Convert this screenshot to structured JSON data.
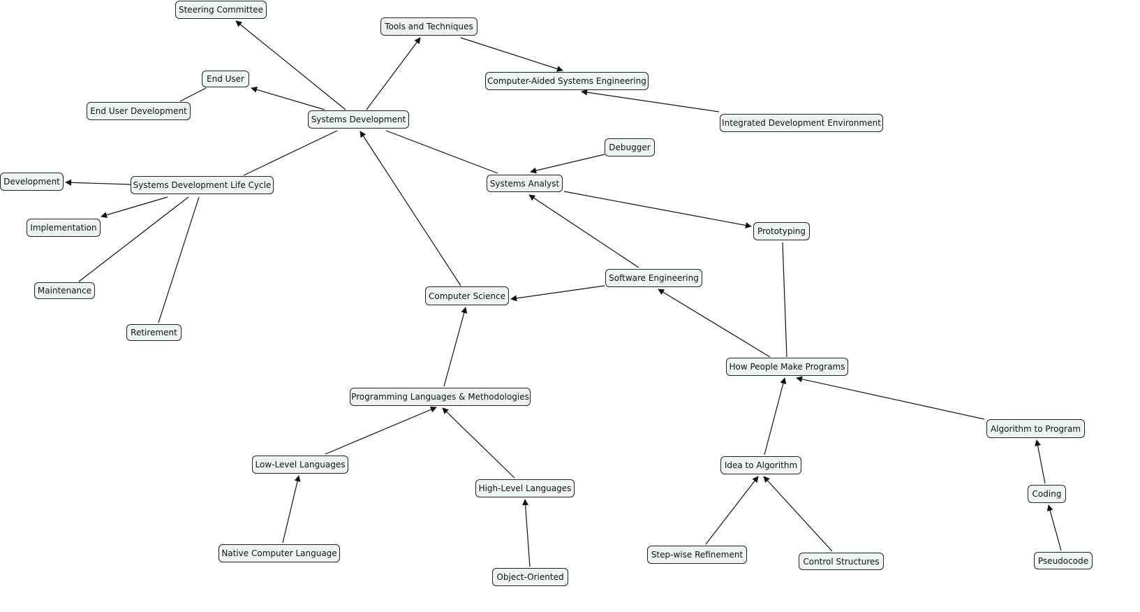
{
  "colors": {
    "node_fill": "#eef3f4",
    "node_border": "#222222",
    "edge": "#111111"
  },
  "nodes": [
    "Steering Committee",
    "Tools and Techniques",
    "End User",
    "End User Development",
    "Systems Development",
    "Computer-Aided Systems Engineering",
    "Integrated Development Environment",
    "Debugger",
    "Development",
    "Systems Development Life Cycle",
    "Systems Analyst",
    "Implementation",
    "Prototyping",
    "Maintenance",
    "Software Engineering",
    "Computer Science",
    "Retirement",
    "How People Make Programs",
    "Programming Languages & Methodologies",
    "Algorithm to Program",
    "Low-Level Languages",
    "Idea to Algorithm",
    "High-Level Languages",
    "Coding",
    "Native Computer Language",
    "Step-wise Refinement",
    "Control Structures",
    "Pseudocode",
    "Object-Oriented"
  ],
  "edges": [
    {
      "from": "Systems Development",
      "to": "Steering Committee",
      "arrow": true
    },
    {
      "from": "Systems Development",
      "to": "Tools and Techniques",
      "arrow": true
    },
    {
      "from": "Systems Development",
      "to": "End User",
      "arrow": true
    },
    {
      "from": "End User",
      "to": "End User Development",
      "arrow": false
    },
    {
      "from": "Tools and Techniques",
      "to": "Computer-Aided Systems Engineering",
      "arrow": true
    },
    {
      "from": "Integrated Development Environment",
      "to": "Computer-Aided Systems Engineering",
      "arrow": true
    },
    {
      "from": "Systems Development",
      "to": "Systems Development Life Cycle",
      "arrow": false
    },
    {
      "from": "Systems Development Life Cycle",
      "to": "Development",
      "arrow": true
    },
    {
      "from": "Systems Development Life Cycle",
      "to": "Implementation",
      "arrow": true
    },
    {
      "from": "Systems Development Life Cycle",
      "to": "Maintenance",
      "arrow": false
    },
    {
      "from": "Systems Development Life Cycle",
      "to": "Retirement",
      "arrow": false
    },
    {
      "from": "Systems Development",
      "to": "Systems Analyst",
      "arrow": false
    },
    {
      "from": "Debugger",
      "to": "Systems Analyst",
      "arrow": true
    },
    {
      "from": "Systems Analyst",
      "to": "Prototyping",
      "arrow": true
    },
    {
      "from": "Software Engineering",
      "to": "Systems Analyst",
      "arrow": true
    },
    {
      "from": "Computer Science",
      "to": "Systems Development",
      "arrow": true
    },
    {
      "from": "Software Engineering",
      "to": "Computer Science",
      "arrow": true
    },
    {
      "from": "How People Make Programs",
      "to": "Software Engineering",
      "arrow": true
    },
    {
      "from": "Prototyping",
      "to": "How People Make Programs",
      "arrow": false
    },
    {
      "from": "Programming Languages & Methodologies",
      "to": "Computer Science",
      "arrow": true
    },
    {
      "from": "Low-Level Languages",
      "to": "Programming Languages & Methodologies",
      "arrow": true
    },
    {
      "from": "High-Level Languages",
      "to": "Programming Languages & Methodologies",
      "arrow": true
    },
    {
      "from": "Native Computer Language",
      "to": "Low-Level Languages",
      "arrow": true
    },
    {
      "from": "Object-Oriented",
      "to": "High-Level Languages",
      "arrow": true
    },
    {
      "from": "Idea to Algorithm",
      "to": "How People Make Programs",
      "arrow": true
    },
    {
      "from": "Algorithm to Program",
      "to": "How People Make Programs",
      "arrow": true
    },
    {
      "from": "Step-wise Refinement",
      "to": "Idea to Algorithm",
      "arrow": true
    },
    {
      "from": "Control Structures",
      "to": "Idea to Algorithm",
      "arrow": true
    },
    {
      "from": "Coding",
      "to": "Algorithm to Program",
      "arrow": true
    },
    {
      "from": "Pseudocode",
      "to": "Coding",
      "arrow": true
    }
  ]
}
